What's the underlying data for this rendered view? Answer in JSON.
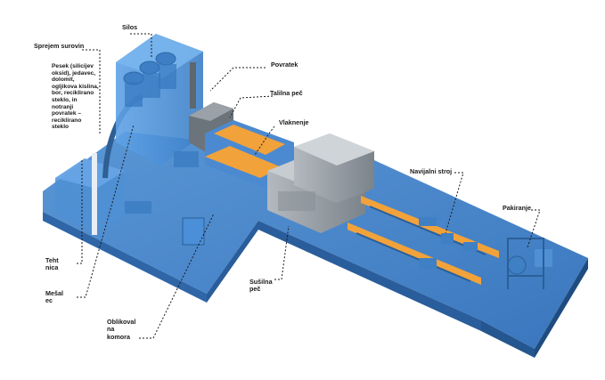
{
  "labels": {
    "raw_material_receiving": "Sprejem surovin",
    "raw_materials": "Pesek (silicijev\noksid), jedavec,\ndolomit,\nogljikova kislina,\nbor, reciklirano\nsteklo, in\nnotranji\npovratek –\nreciklirano\nsteklo",
    "silos": "Silos",
    "return": "Povratek",
    "melting_furnace": "Talilna peč",
    "fiberizing": "Vlaknenje",
    "winding_machine": "Navijalni stroj",
    "packaging": "Pakiranje",
    "scale": "Teht\nnica",
    "mixer": "Mešal\nec",
    "forming_chamber": "Oblikoval\nna\nkomora",
    "drying_oven": "Sušilna\npeč"
  },
  "colors": {
    "floor_top": "#3f82c9",
    "floor_side": "#2a5d9b",
    "machine_grey": "#8e959c",
    "equipment_blue": "#4a8fd8",
    "furnace_orange": "#f2a23a",
    "leader_line": "#1a1a1a"
  }
}
